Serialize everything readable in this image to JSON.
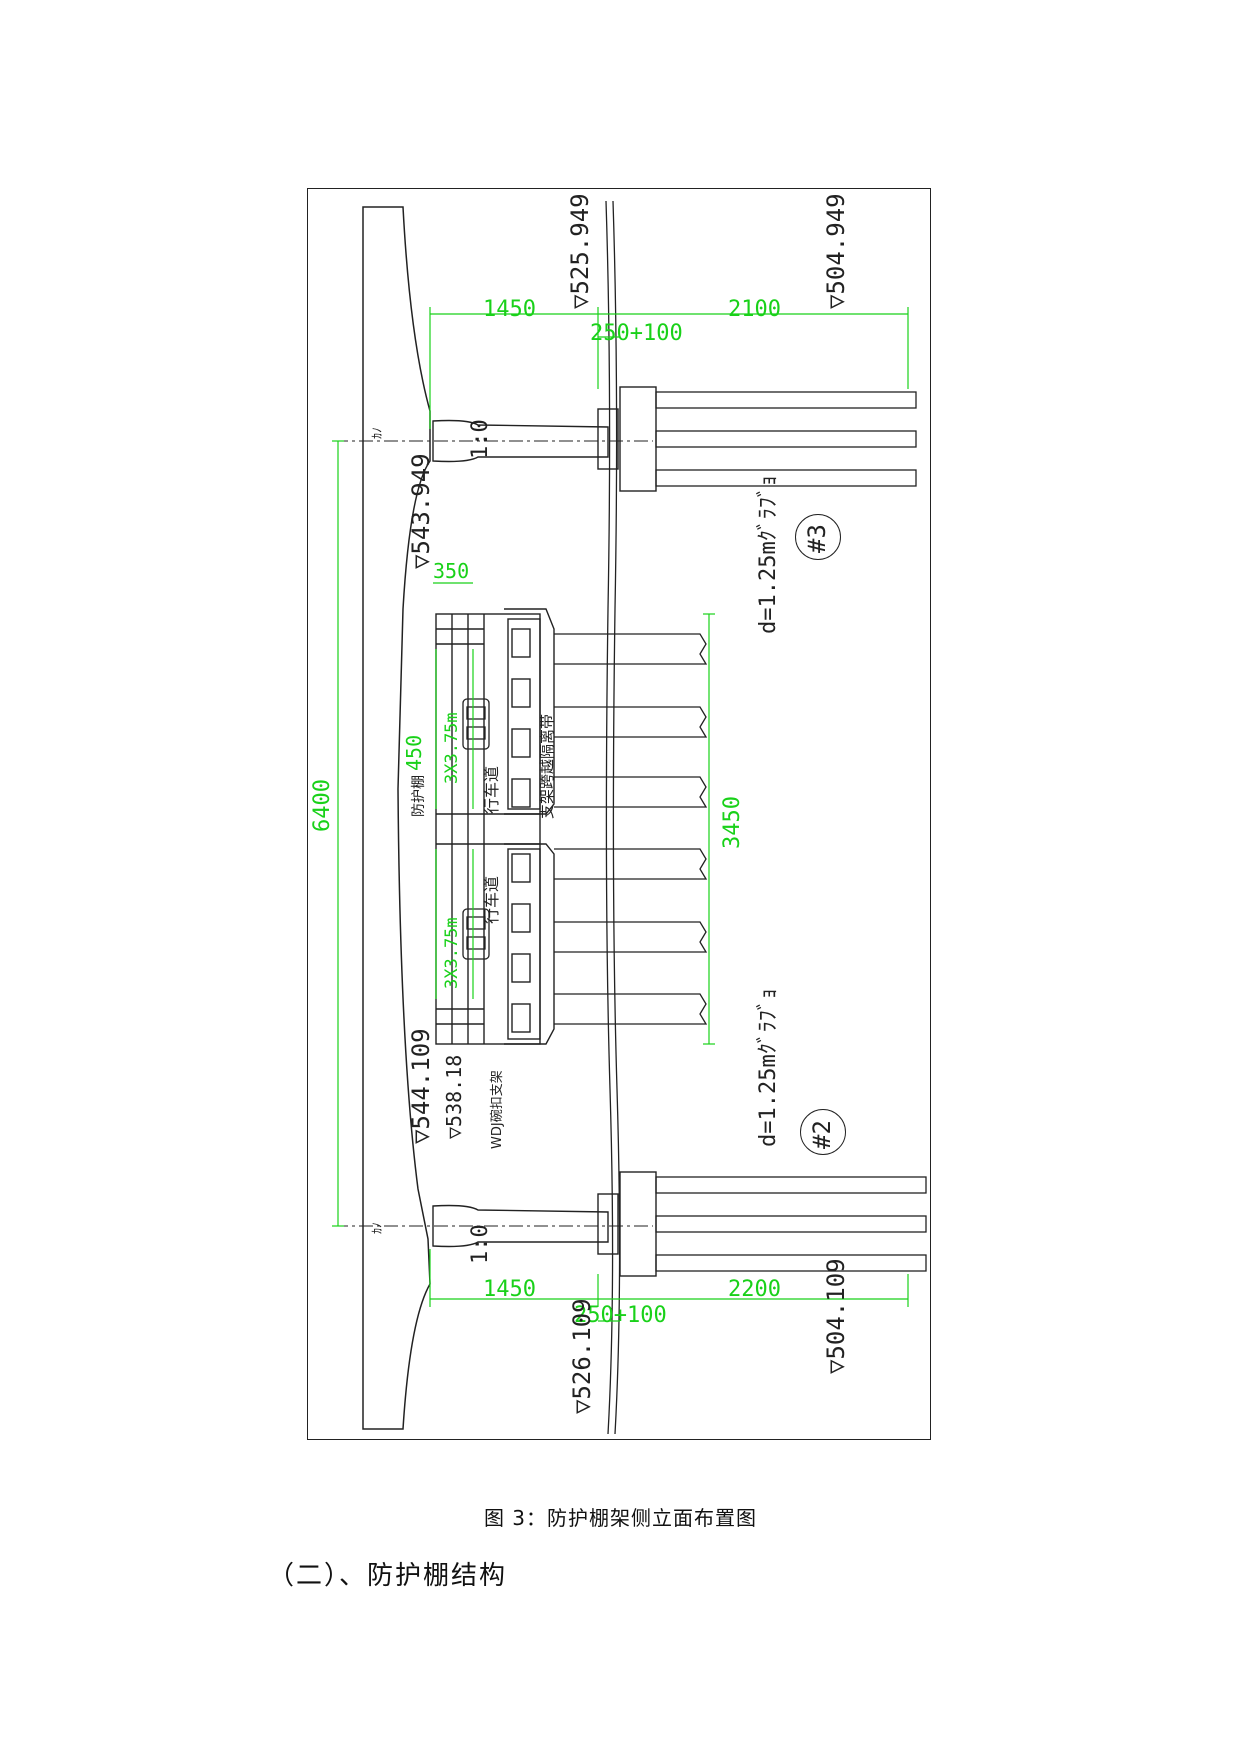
{
  "figure": {
    "caption": "图 3：防护棚架侧立面布置图",
    "dimensions": {
      "top_left_span": "1450",
      "top_right_span": "2100",
      "top_offset": "250+100",
      "bottom_left_span": "1450",
      "bottom_right_span": "2200",
      "bottom_offset": "250+100",
      "overall_span": "6400",
      "frame_span": "3450",
      "cap_width": "350",
      "gap": "450",
      "lane_width_top": "3X3.75m",
      "lane_width_bottom": "3X3.75m"
    },
    "elevations": {
      "upper_cap": "▽525.949",
      "upper_pile_tip": "▽504.949",
      "upper_pier": "▽543.949",
      "lower_pier": "▽544.109",
      "lower_shed": "▽538.18",
      "lower_cap": "▽526.109",
      "lower_pile_tip": "▽504.109"
    },
    "labels": {
      "pier_top": "1:0",
      "pier_bottom": "1:0",
      "pier_number_top": "#3",
      "pier_number_bottom": "#2",
      "pile_note_top": "d=1.25mｸﾞﾗﾌﾞｮ",
      "pile_note_bottom": "d=1.25mｸﾞﾗﾌﾞｮ",
      "shed_label": "防护棚",
      "lane_top": "行车道",
      "lane_bottom": "行车道",
      "median_label": "支架跨越隔离带",
      "support_label": "WDJ碗扣支架",
      "axis_mark_top": "ｶﾉ",
      "axis_mark_bottom": "ｶﾉ"
    },
    "colors": {
      "dimension": "#19d119",
      "linework": "#222222"
    }
  },
  "section": {
    "heading": "（二）、防护棚结构"
  }
}
